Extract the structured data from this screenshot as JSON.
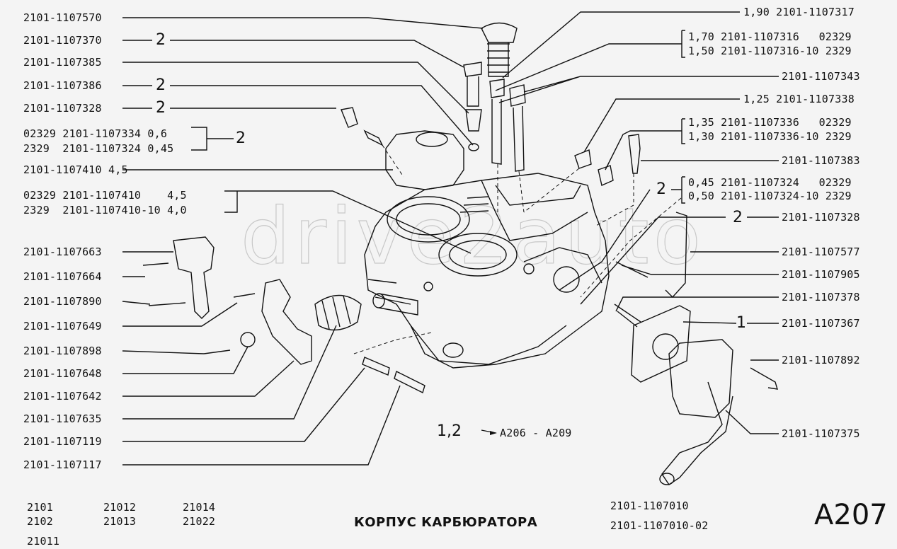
{
  "watermark": "drive2auto",
  "labels_left": [
    {
      "id": "l1",
      "text": "2101-1107570"
    },
    {
      "id": "l2",
      "text": "2101-1107370"
    },
    {
      "id": "l3",
      "text": "2101-1107385"
    },
    {
      "id": "l4",
      "text": "2101-1107386"
    },
    {
      "id": "l5",
      "text": "2101-1107328"
    },
    {
      "id": "l6",
      "text": "02329 2101-1107334 0,6"
    },
    {
      "id": "l7",
      "text": "2329  2101-1107324 0,45"
    },
    {
      "id": "l8",
      "text": "2101-1107410 4,5"
    },
    {
      "id": "l9",
      "text": "02329 2101-1107410    4,5"
    },
    {
      "id": "l10",
      "text": "2329  2101-1107410-10 4,0"
    },
    {
      "id": "l11",
      "text": "2101-1107663"
    },
    {
      "id": "l12",
      "text": "2101-1107664"
    },
    {
      "id": "l13",
      "text": "2101-1107890"
    },
    {
      "id": "l14",
      "text": "2101-1107649"
    },
    {
      "id": "l15",
      "text": "2101-1107898"
    },
    {
      "id": "l16",
      "text": "2101-1107648"
    },
    {
      "id": "l17",
      "text": "2101-1107642"
    },
    {
      "id": "l18",
      "text": "2101-1107635"
    },
    {
      "id": "l19",
      "text": "2101-1107119"
    },
    {
      "id": "l20",
      "text": "2101-1107117"
    }
  ],
  "labels_right": [
    {
      "id": "r1",
      "text": "1,90 2101-1107317"
    },
    {
      "id": "r2",
      "text": "1,70 2101-1107316   02329"
    },
    {
      "id": "r3",
      "text": "1,50 2101-1107316-10 2329"
    },
    {
      "id": "r4",
      "text": "2101-1107343"
    },
    {
      "id": "r5",
      "text": "1,25 2101-1107338"
    },
    {
      "id": "r6",
      "text": "1,35 2101-1107336   02329"
    },
    {
      "id": "r7",
      "text": "1,30 2101-1107336-10 2329"
    },
    {
      "id": "r8",
      "text": "2101-1107383"
    },
    {
      "id": "r9",
      "text": "0,45 2101-1107324   02329"
    },
    {
      "id": "r10",
      "text": "0,50 2101-1107324-10 2329"
    },
    {
      "id": "r11",
      "text": "2101-1107328"
    },
    {
      "id": "r12",
      "text": "2101-1107577"
    },
    {
      "id": "r13",
      "text": "2101-1107905"
    },
    {
      "id": "r14",
      "text": "2101-1107378"
    },
    {
      "id": "r15",
      "text": "2101-1107367"
    },
    {
      "id": "r16",
      "text": "2101-1107892"
    },
    {
      "id": "r17",
      "text": "2101-1107375"
    }
  ],
  "callout_numbers": {
    "two": "2",
    "one": "1"
  },
  "reference_note": {
    "prefix": "1,2",
    "target": "A206 - A209"
  },
  "models": [
    "2101",
    "21012",
    "21014",
    "2102",
    "21013",
    "21022",
    "21011"
  ],
  "title": "КОРПУС КАРБЮРАТОРА",
  "assembly_numbers": [
    "2101-1107010",
    "2101-1107010-02"
  ],
  "page_code": "A207"
}
